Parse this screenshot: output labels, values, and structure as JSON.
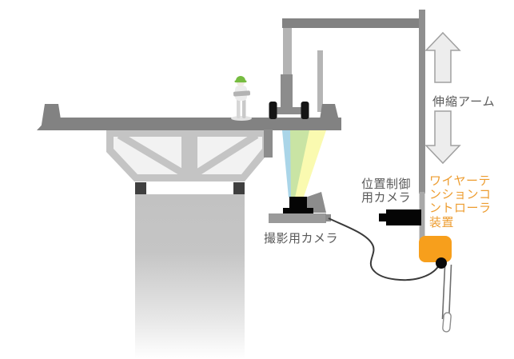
{
  "diagram": {
    "labels": {
      "telescopic_arm": "伸縮アーム",
      "position_control_camera": [
        "位置制御",
        "用カメラ"
      ],
      "wire_tension_controller": [
        "ワイヤーテ",
        "ンションコ",
        "ントローラ",
        "装置"
      ],
      "shooting_camera": "撮影用カメラ"
    },
    "colors": {
      "accent_orange": "#f79f1c",
      "orange_text": "#ed9c2f",
      "beam_blue": "#aad5e8",
      "beam_green": "#c9e4a4",
      "beam_yellow": "#fafab0",
      "helmet_green": "#76bc40",
      "label_gray": "#595959",
      "structure_dark": "#828282",
      "structure_light": "#c4c4c4",
      "panel_fill": "#f2f2f2",
      "arrow_fill": "#ededed",
      "arrow_stroke": "#a0a0a0"
    }
  }
}
